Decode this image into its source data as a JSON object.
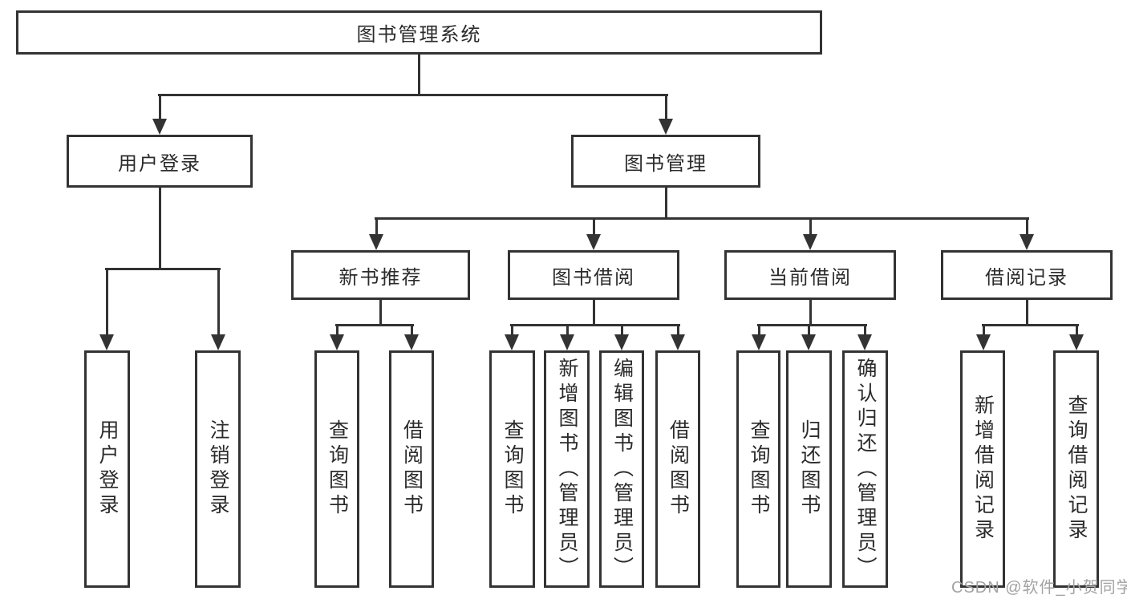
{
  "title": "图书管理系统",
  "level2": [
    {
      "label": "用户登录"
    },
    {
      "label": "图书管理"
    }
  ],
  "level3": [
    {
      "label": "新书推荐"
    },
    {
      "label": "图书借阅"
    },
    {
      "label": "当前借阅"
    },
    {
      "label": "借阅记录"
    }
  ],
  "leaves": [
    {
      "label": "用户登录"
    },
    {
      "label": "注销登录"
    },
    {
      "label": "查询图书"
    },
    {
      "label": "借阅图书"
    },
    {
      "label": "查询图书"
    },
    {
      "label": "新增图书（管理员）"
    },
    {
      "label": "编辑图书（管理员）"
    },
    {
      "label": "借阅图书"
    },
    {
      "label": "查询图书"
    },
    {
      "label": "归还图书"
    },
    {
      "label": "确认归还（管理员）"
    },
    {
      "label": "新增借阅记录"
    },
    {
      "label": "查询借阅记录"
    }
  ],
  "watermark": "CSDN @软件_小贺同学",
  "colors": {
    "line": "#333333",
    "text": "#2b2b2b",
    "watermark": "#a3a3a3",
    "background": "#ffffff"
  }
}
